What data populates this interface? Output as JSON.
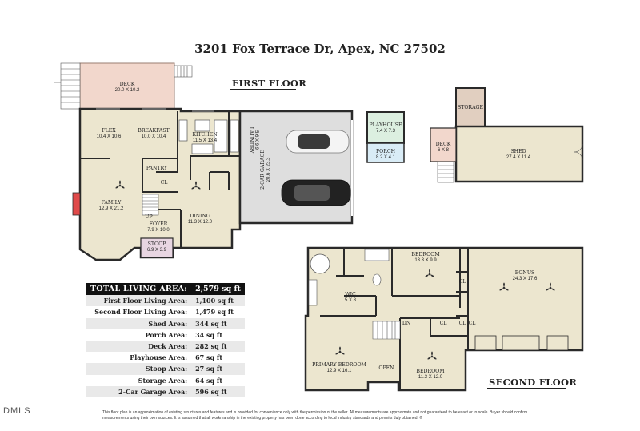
{
  "title": "3201 Fox Terrace Dr, Apex, NC 27502",
  "first_floor_label": "FIRST FLOOR",
  "second_floor_label": "SECOND FLOOR",
  "rooms": {
    "deck_main": {
      "name": "DECK",
      "dim": "20.0 X 10.2"
    },
    "flex": {
      "name": "FLEX",
      "dim": "10.4 X 10.6"
    },
    "breakfast": {
      "name": "BREAKFAST",
      "dim": "10.0 X 10.4"
    },
    "kitchen": {
      "name": "KITCHEN",
      "dim": "11.5 X 13.4"
    },
    "laundry": {
      "name": "LAUNDRY",
      "dim": "5.6 X 9.9"
    },
    "garage": {
      "name": "2-CAR GARAGE",
      "dim": "20.6 X 23.3"
    },
    "pantry": {
      "name": "PANTRY"
    },
    "cl_first": {
      "name": "CL"
    },
    "family": {
      "name": "FAMILY",
      "dim": "12.9 X 21.2"
    },
    "foyer": {
      "name": "FOYER",
      "dim": "7.9 X 10.0"
    },
    "up": {
      "name": "UP"
    },
    "dining": {
      "name": "DINING",
      "dim": "11.3 X 12.0"
    },
    "stoop": {
      "name": "STOOP",
      "dim": "6.9 X 3.9"
    },
    "playhouse": {
      "name": "PLAYHOUSE",
      "dim": "7.4 X 7.3"
    },
    "porch": {
      "name": "PORCH",
      "dim": "8.2 X 4.1"
    },
    "storage": {
      "name": "STORAGE"
    },
    "deck_shed": {
      "name": "DECK",
      "dim": "6 X 8"
    },
    "shed": {
      "name": "SHED",
      "dim": "27.4 X 11.4"
    },
    "bedroom_top": {
      "name": "BEDROOM",
      "dim": "13.3 X 9.9"
    },
    "bonus": {
      "name": "BONUS",
      "dim": "24.3 X 17.6"
    },
    "wic": {
      "name": "WIC",
      "dim": "5 X 8"
    },
    "cl_a": {
      "name": "CL"
    },
    "cl_b": {
      "name": "CL"
    },
    "cl_c": {
      "name": "CL"
    },
    "cl_d": {
      "name": "CL"
    },
    "dn": {
      "name": "DN"
    },
    "primary_bedroom": {
      "name": "PRIMARY BEDROOM",
      "dim": "12.9 X 16.1"
    },
    "open": {
      "name": "OPEN"
    },
    "bedroom_bottom": {
      "name": "BEDROOM",
      "dim": "11.3 X 12.0"
    }
  },
  "area_table": {
    "total": {
      "label": "TOTAL LIVING AREA:",
      "value": "2,579 sq ft"
    },
    "rows": [
      {
        "label": "First Floor Living Area:",
        "value": "1,100 sq ft"
      },
      {
        "label": "Second Floor Living Area:",
        "value": "1,479 sq ft"
      },
      {
        "label": "Shed Area:",
        "value": "344 sq ft"
      },
      {
        "label": "Porch Area:",
        "value": "34 sq ft"
      },
      {
        "label": "Deck Area:",
        "value": "282 sq ft"
      },
      {
        "label": "Playhouse Area:",
        "value": "67 sq ft"
      },
      {
        "label": "Stoop Area:",
        "value": "27 sq ft"
      },
      {
        "label": "Storage Area:",
        "value": "64 sq ft"
      },
      {
        "label": "2-Car Garage Area:",
        "value": "596 sq ft"
      }
    ]
  },
  "disclaimer": "This floor plan is an approximation of existing structures and features and is provided for convenience only with the permission of the seller. All measurements are approximate and not guaranteed to be exact or to scale. Buyer should confirm measurements using their own sources. It is assumed that all workmanship in the existing property has been done according to local industry standards and permits duly obtained. ©",
  "logo": "DMLS",
  "colors": {
    "room_fill": "#ece6cf",
    "deck_fill": "#f2d7cc",
    "garage_fill": "#dedede",
    "playhouse_fill": "#dcefe0",
    "porch_fill": "#d9ecf6",
    "storage_fill": "#e1cfc0",
    "stoop_fill": "#e8d6e2",
    "wall": "#2a2a2a",
    "fireplace": "#e04a4a"
  }
}
